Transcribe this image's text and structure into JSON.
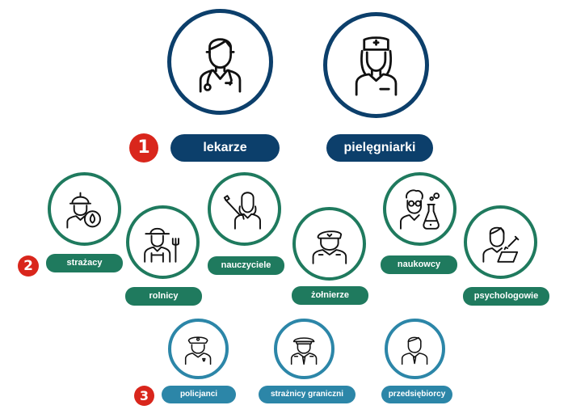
{
  "tiers": [
    {
      "number": "1",
      "items": [
        {
          "label": "lekarze",
          "icon": "doctor-icon"
        },
        {
          "label": "pielęgniarki",
          "icon": "nurse-icon"
        }
      ]
    },
    {
      "number": "2",
      "items": [
        {
          "label": "strażacy",
          "icon": "firefighter-icon"
        },
        {
          "label": "rolnicy",
          "icon": "farmer-icon"
        },
        {
          "label": "nauczyciele",
          "icon": "teacher-icon"
        },
        {
          "label": "żołnierze",
          "icon": "soldier-icon"
        },
        {
          "label": "naukowcy",
          "icon": "scientist-icon"
        },
        {
          "label": "psychologowie",
          "icon": "psychologist-icon"
        }
      ]
    },
    {
      "number": "3",
      "items": [
        {
          "label": "policjanci",
          "icon": "police-officer-icon"
        },
        {
          "label": "strażnicy graniczni",
          "icon": "border-guard-icon"
        },
        {
          "label": "przedsiębiorcy",
          "icon": "entrepreneur-icon"
        }
      ]
    }
  ],
  "colors": {
    "tier1": "#0c3f6b",
    "tier2": "#1f7a5e",
    "tier3": "#2c86a8",
    "badge": "#d9261c"
  }
}
